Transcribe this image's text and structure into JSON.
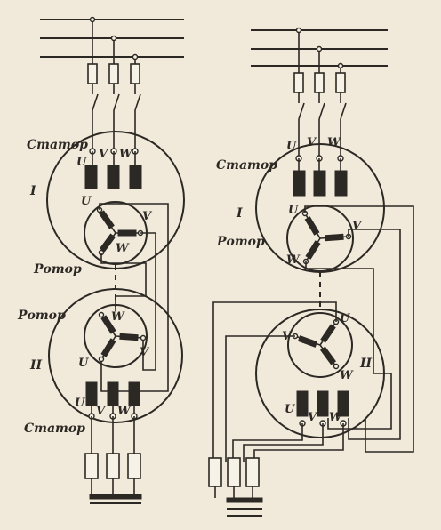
{
  "labels": {
    "stator": "Статор",
    "rotor": "Ротор",
    "machine_1": "I",
    "machine_2": "II",
    "phase_u": "U",
    "phase_v": "V",
    "phase_w": "W"
  },
  "colors": {
    "ink": "#2c2824",
    "paper": "#f1eadb"
  }
}
